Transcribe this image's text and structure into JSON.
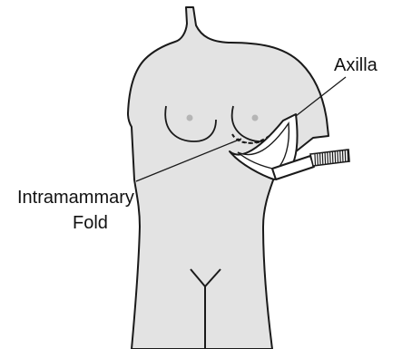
{
  "labels": {
    "axilla": "Axilla",
    "fold_line1": "Intramammary",
    "fold_line2": "Fold"
  },
  "colors": {
    "body_fill": "#e3e3e3",
    "outline": "#1a1a1a",
    "nipple": "#b5b5b5",
    "device_fill": "#ffffff"
  },
  "icons": {
    "probe": "breast-pump-probe-icon"
  }
}
